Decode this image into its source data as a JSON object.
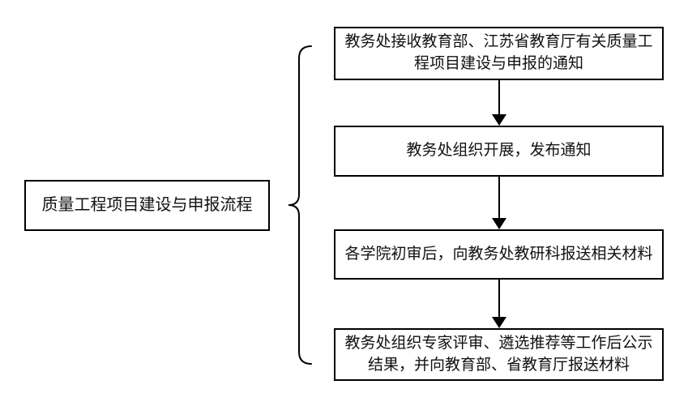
{
  "diagram": {
    "title": "质量工程项目建设与申报流程",
    "steps": [
      {
        "label": "教务处接收教育部、江苏省教育厅有关质量工程项目建设与申报的通知"
      },
      {
        "label": "教务处组织开展，发布通知"
      },
      {
        "label": "各学院初审后，向教务处教研科报送相关材料"
      },
      {
        "label": "教务处组织专家评审、遴选推荐等工作后公示结果，并向教育部、省教育厅报送材料"
      }
    ]
  },
  "colors": {
    "background": "#ffffff",
    "line": "#000000",
    "text": "#111111"
  }
}
